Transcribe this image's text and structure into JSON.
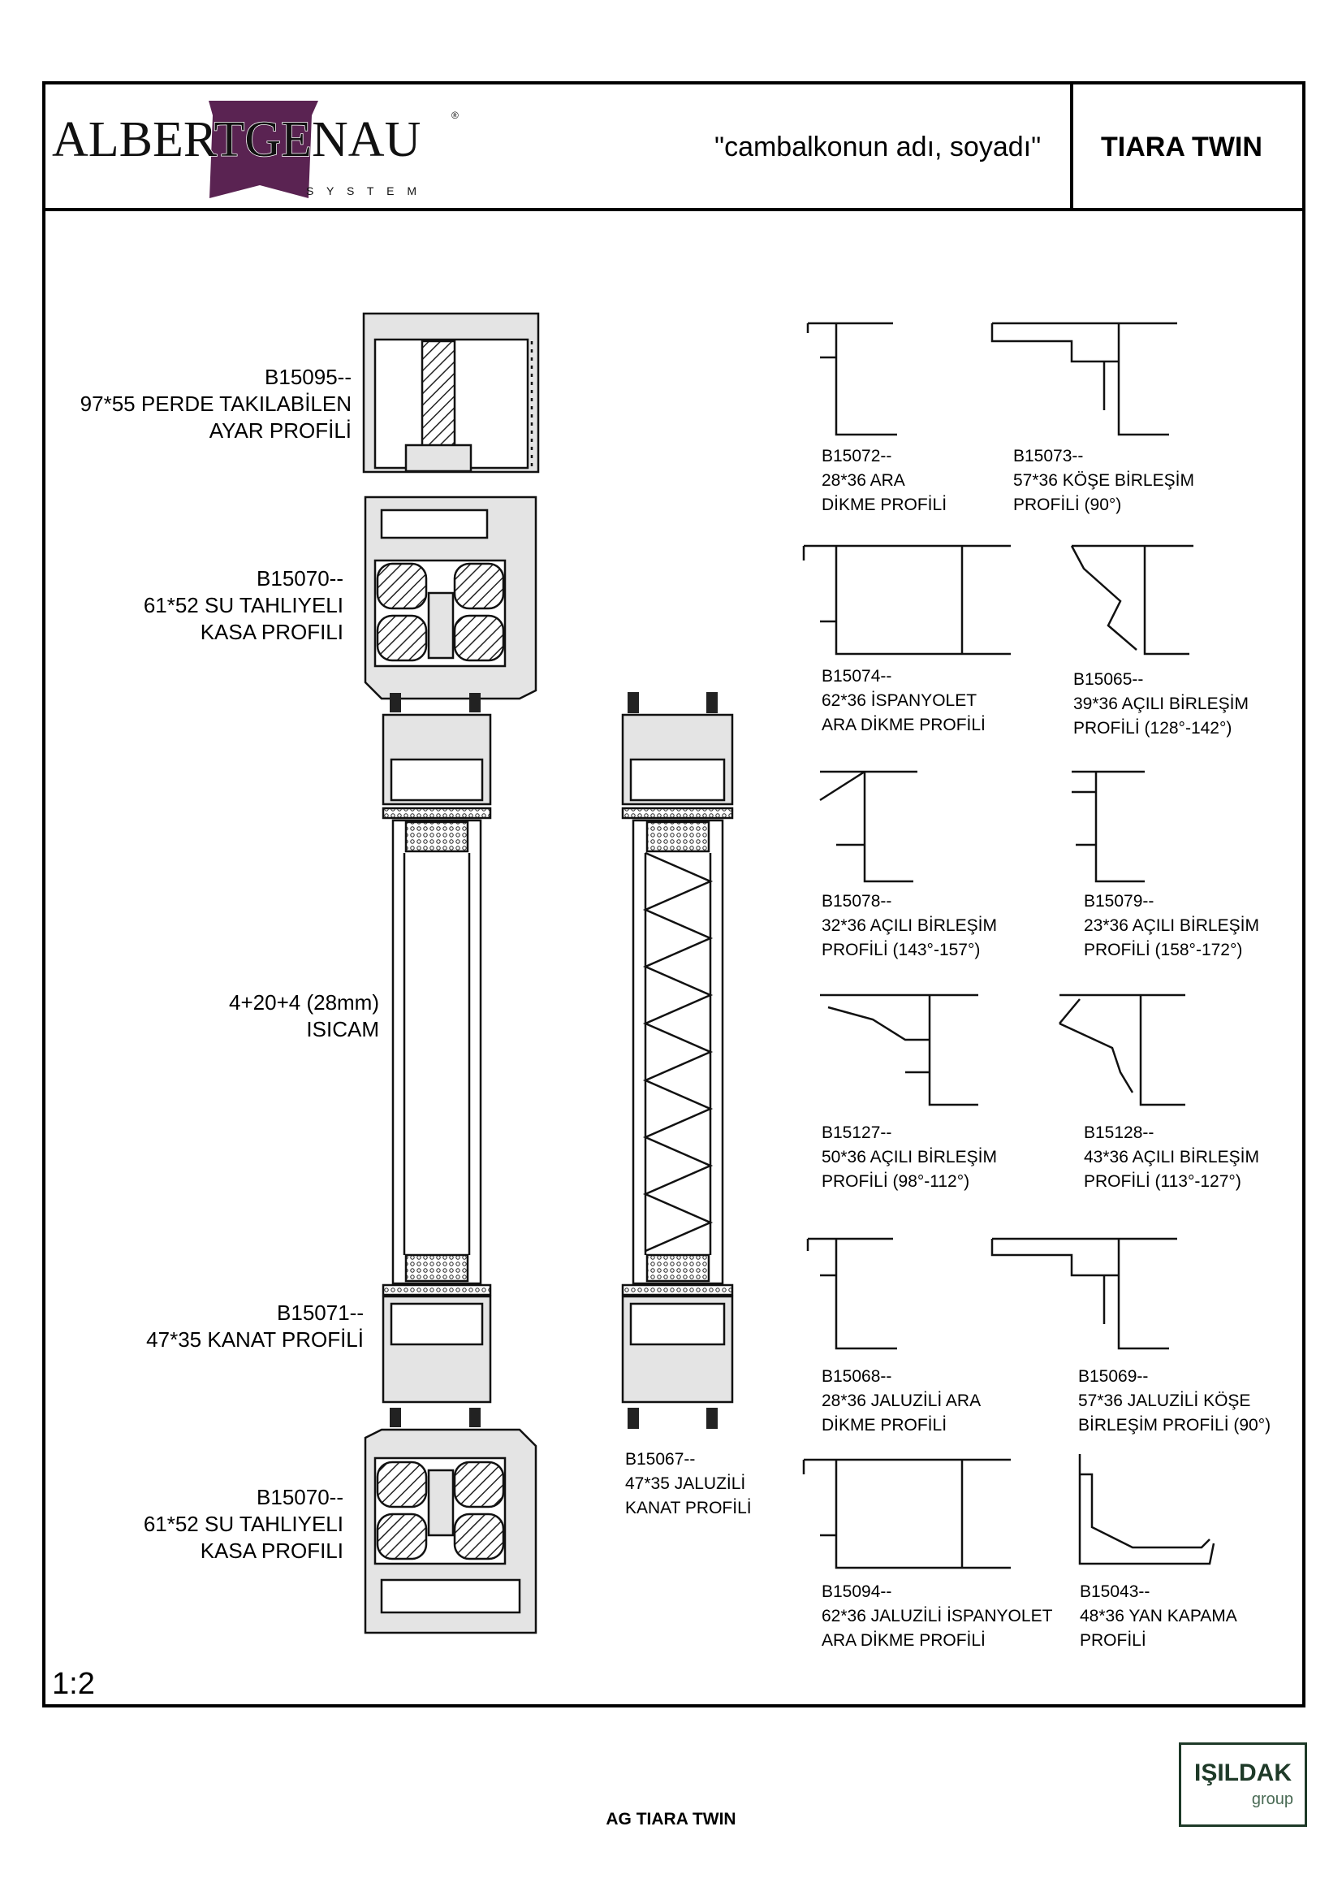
{
  "header": {
    "project": "\"cambalkonun adı, soyadı\"",
    "system_name": "TIARA TWIN",
    "logo": {
      "name": "ALBERTGENAU",
      "tagline": "S Y S T E M",
      "mark": "®"
    }
  },
  "section_labels": [
    {
      "lines": [
        "B15095--",
        "97*55 PERDE TAKILABİLEN",
        "AYAR PROFİLİ"
      ]
    },
    {
      "lines": [
        "B15070--",
        "61*52 SU TAHLIYELI",
        "KASA PROFILI"
      ]
    },
    {
      "lines": [
        "4+20+4 (28mm)",
        "ISICAM"
      ]
    },
    {
      "lines": [
        "B15071--",
        "47*35 KANAT PROFİLİ"
      ]
    },
    {
      "lines": [
        "B15070--",
        "61*52 SU TAHLIYELI",
        "KASA PROFILI"
      ]
    },
    {
      "lines": [
        "B15067--",
        "47*35 JALUZİLİ",
        "KANAT PROFİLİ"
      ]
    }
  ],
  "profiles": [
    {
      "lines": [
        "B15072--",
        "28*36 ARA",
        "DİKME PROFİLİ"
      ]
    },
    {
      "lines": [
        "B15073--",
        "57*36 KÖŞE BİRLEŞİM",
        "PROFİLİ (90°)"
      ]
    },
    {
      "lines": [
        "B15074--",
        "62*36 İSPANYOLET",
        "ARA DİKME PROFİLİ"
      ]
    },
    {
      "lines": [
        "B15065--",
        "39*36 AÇILI BİRLEŞİM",
        "PROFİLİ (128°-142°)"
      ]
    },
    {
      "lines": [
        "B15078--",
        "32*36 AÇILI BİRLEŞİM",
        "PROFİLİ (143°-157°)"
      ]
    },
    {
      "lines": [
        "B15079--",
        "23*36 AÇILI BİRLEŞİM",
        "PROFİLİ (158°-172°)"
      ]
    },
    {
      "lines": [
        "B15127--",
        "50*36 AÇILI BİRLEŞİM",
        "PROFİLİ (98°-112°)"
      ]
    },
    {
      "lines": [
        "B15128--",
        "43*36 AÇILI BİRLEŞİM",
        "PROFİLİ (113°-127°)"
      ]
    },
    {
      "lines": [
        "B15068--",
        "28*36 JALUZİLİ ARA",
        "DİKME PROFİLİ"
      ]
    },
    {
      "lines": [
        "B15069--",
        "57*36 JALUZİLİ KÖŞE",
        "BİRLEŞİM PROFİLİ (90°)"
      ]
    },
    {
      "lines": [
        "B15094--",
        "62*36 JALUZİLİ İSPANYOLET",
        "ARA DİKME PROFİLİ"
      ]
    },
    {
      "lines": [
        "B15043--",
        "48*36 YAN KAPAMA",
        "PROFİLİ"
      ]
    }
  ],
  "scale": "1:2",
  "footer": "AG TIARA TWIN",
  "brand_badge": {
    "name": "IŞILDAK",
    "sub": "group"
  },
  "colors": {
    "logo_purple": "#5a2352",
    "profile_fill": "#e4e4e4",
    "badge_green": "#1e3a28"
  }
}
